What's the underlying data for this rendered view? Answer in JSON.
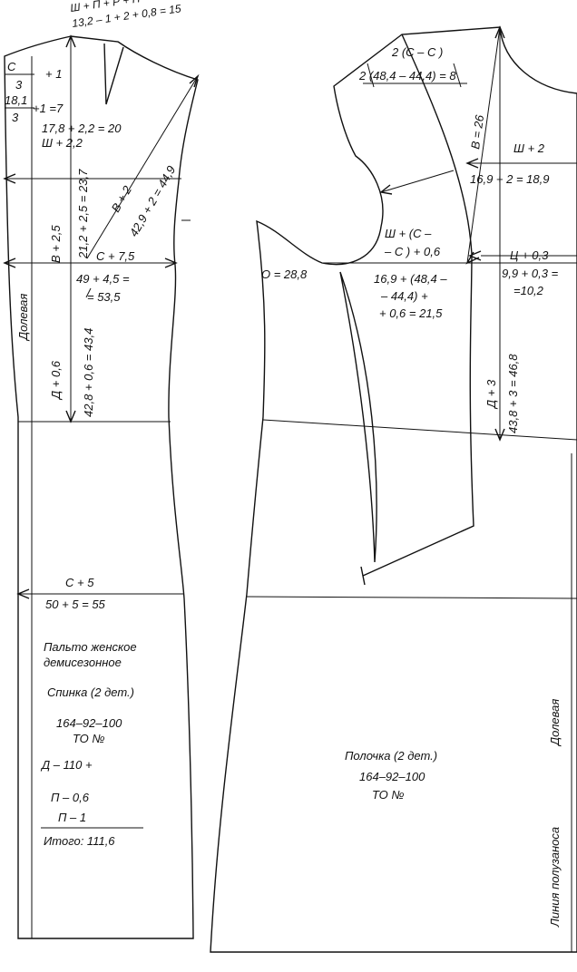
{
  "back": {
    "title_lines": [
      "Пальто женское",
      "демисезонное"
    ],
    "piece": "Спинка (2 дет.)",
    "size": "164–92–100",
    "to": "ТО  №",
    "calc_1": "Д  – 110 +",
    "calc_2": "П   – 0,6",
    "calc_3": "П  – 1",
    "total": "Итого: 111,6",
    "grain": "Долевая",
    "m_shoulder_formula": "Ш + П + Р + П",
    "m_shoulder_calc": "13,2 – 1 + 2 + 0,8 = 15",
    "m_cw": "С",
    "m_cw_op": "+ 1",
    "m_cw_div": "3",
    "m_181_num": "18,1",
    "m_181_den": "3",
    "m_181_res": "+1 =7",
    "m_178": "17,8 + 2,2 = 20",
    "m_shs": "Ш  + 2,2",
    "m_bpr": "В      + 2,5",
    "m_212": "21,2 + 2,5 = 23,7",
    "m_bp": "В    + 2",
    "m_429": "42,9 + 2 = 44,9",
    "m_cg": "С    + 7,5",
    "m_49": "49 + 4,5 =",
    "m_535": "= 53,5",
    "m_dts": "Д    + 0,6",
    "m_428": "42,8 + 0,6 = 43,4",
    "m_cb": "С  + 5",
    "m_50": "50 + 5 = 55"
  },
  "front": {
    "piece": "Полочка (2 дет.)",
    "size": "164–92–100",
    "to": "ТО №",
    "grain": "Долевая",
    "overlap_line": "Линия полузаноса",
    "m_2cg": "2 (С  – С )",
    "m_2calc": "2 (48,4 – 44,4) = 8",
    "m_bg": "В   = 26",
    "m_shg": "Ш  + 2",
    "m_169": "16,9 + 2 = 18,9",
    "m_shg2": "Ш  + (С   –",
    "m_shg2b": "– С ) + 0,6",
    "m_ts": "Ц  + 0,3",
    "m_99": "9,9 + 0,3 =",
    "m_102": "=10,2",
    "m_on": "О  = 28,8",
    "m_169b": "16,9 + (48,4 –",
    "m_169c": "– 44,4) +",
    "m_169d": "+ 0,6 = 21,5",
    "m_dtp": "Д   + 3",
    "m_438": "43,8 + 3 = 46,8"
  }
}
